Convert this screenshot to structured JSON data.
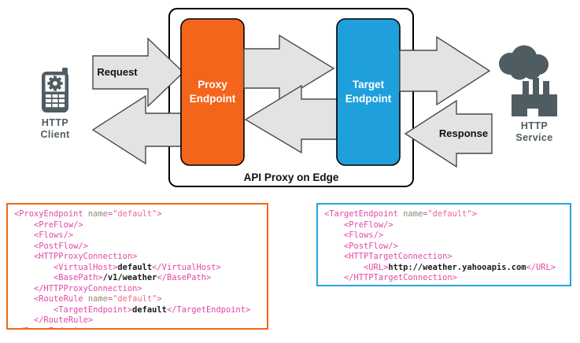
{
  "diagram": {
    "title": "API Proxy on Edge",
    "client": {
      "label_line1": "HTTP",
      "label_line2": "Client",
      "icon": "mobile-phone-gear-icon"
    },
    "service": {
      "label_line1": "HTTP",
      "label_line2": "Service",
      "icon": "cloud-factory-icon"
    },
    "proxy_endpoint": {
      "label_line1": "Proxy",
      "label_line2": "Endpoint",
      "color": "#F4651C"
    },
    "target_endpoint": {
      "label_line1": "Target",
      "label_line2": "Endpoint",
      "color": "#1FA0DC"
    },
    "arrows": {
      "request": "Request",
      "response": "Response"
    },
    "colors": {
      "orange": "#F4651C",
      "blue": "#1FA0DC",
      "arrow_fill": "#E3E3E3",
      "arrow_stroke": "#4A4A4A",
      "icon_grey": "#4F5D63",
      "border": "#000000"
    }
  },
  "proxy_code": {
    "border_color": "#F4651C",
    "lines": [
      [
        {
          "t": "tg",
          "s": "<ProxyEndpoint "
        },
        {
          "t": "attr",
          "s": "name"
        },
        {
          "t": "eq",
          "s": "="
        },
        {
          "t": "val",
          "s": "\"default\""
        },
        {
          "t": "tg",
          "s": ">"
        }
      ],
      [
        {
          "t": "sp",
          "s": "    "
        },
        {
          "t": "tg",
          "s": "<PreFlow/>"
        }
      ],
      [
        {
          "t": "sp",
          "s": "    "
        },
        {
          "t": "tg",
          "s": "<Flows/>"
        }
      ],
      [
        {
          "t": "sp",
          "s": "    "
        },
        {
          "t": "tg",
          "s": "<PostFlow/>"
        }
      ],
      [
        {
          "t": "sp",
          "s": "    "
        },
        {
          "t": "tg",
          "s": "<HTTPProxyConnection>"
        }
      ],
      [
        {
          "t": "sp",
          "s": "        "
        },
        {
          "t": "tg",
          "s": "<VirtualHost>"
        },
        {
          "t": "txt",
          "s": "default"
        },
        {
          "t": "tg",
          "s": "</VirtualHost>"
        }
      ],
      [
        {
          "t": "sp",
          "s": "        "
        },
        {
          "t": "tg",
          "s": "<BasePath>"
        },
        {
          "t": "txt",
          "s": "/v1/weather"
        },
        {
          "t": "tg",
          "s": "</BasePath>"
        }
      ],
      [
        {
          "t": "sp",
          "s": "    "
        },
        {
          "t": "tg",
          "s": "</HTTPProxyConnection>"
        }
      ],
      [
        {
          "t": "sp",
          "s": "    "
        },
        {
          "t": "tg",
          "s": "<RouteRule "
        },
        {
          "t": "attr",
          "s": "name"
        },
        {
          "t": "eq",
          "s": "="
        },
        {
          "t": "val",
          "s": "\"default\""
        },
        {
          "t": "tg",
          "s": ">"
        }
      ],
      [
        {
          "t": "sp",
          "s": "        "
        },
        {
          "t": "tg",
          "s": "<TargetEndpoint>"
        },
        {
          "t": "txt",
          "s": "default"
        },
        {
          "t": "tg",
          "s": "</TargetEndpoint>"
        }
      ],
      [
        {
          "t": "sp",
          "s": "    "
        },
        {
          "t": "tg",
          "s": "</RouteRule>"
        }
      ],
      [
        {
          "t": "tg",
          "s": "</ProxyEndpoint>"
        }
      ]
    ]
  },
  "target_code": {
    "border_color": "#29A3DC",
    "lines": [
      [
        {
          "t": "tg",
          "s": "<TargetEndpoint "
        },
        {
          "t": "attr",
          "s": "name"
        },
        {
          "t": "eq",
          "s": "="
        },
        {
          "t": "val",
          "s": "\"default\""
        },
        {
          "t": "tg",
          "s": ">"
        }
      ],
      [
        {
          "t": "sp",
          "s": "    "
        },
        {
          "t": "tg",
          "s": "<PreFlow/>"
        }
      ],
      [
        {
          "t": "sp",
          "s": "    "
        },
        {
          "t": "tg",
          "s": "<Flows/>"
        }
      ],
      [
        {
          "t": "sp",
          "s": "    "
        },
        {
          "t": "tg",
          "s": "<PostFlow/>"
        }
      ],
      [
        {
          "t": "sp",
          "s": "    "
        },
        {
          "t": "tg",
          "s": "<HTTPTargetConnection>"
        }
      ],
      [
        {
          "t": "sp",
          "s": "        "
        },
        {
          "t": "tg",
          "s": "<URL>"
        },
        {
          "t": "txt",
          "s": "http://weather.yahooapis.com"
        },
        {
          "t": "tg",
          "s": "</URL>"
        }
      ],
      [
        {
          "t": "sp",
          "s": "    "
        },
        {
          "t": "tg",
          "s": "</HTTPTargetConnection>"
        }
      ],
      [
        {
          "t": "tg",
          "s": "</TargetEndpoint>"
        }
      ]
    ]
  }
}
